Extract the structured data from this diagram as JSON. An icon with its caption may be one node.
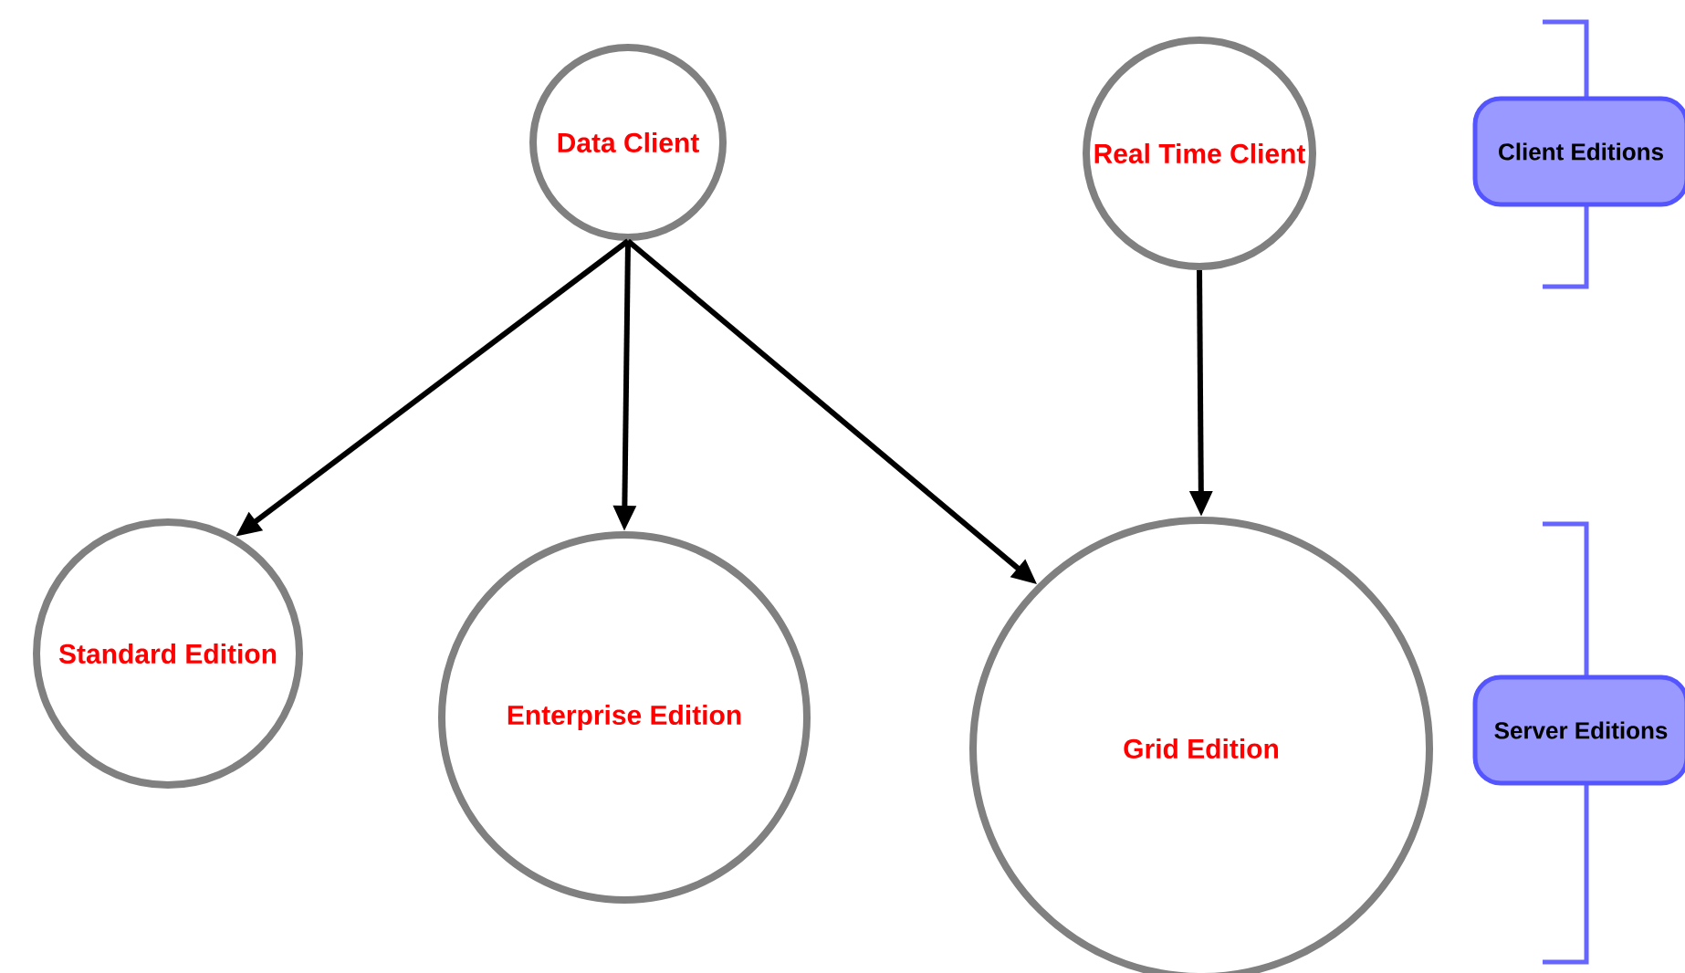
{
  "diagram": {
    "nodes": [
      {
        "text": [
          "Data Client"
        ]
      },
      {
        "text": [
          "Real Time Client"
        ]
      },
      {
        "text": [
          "Standard Edition"
        ]
      },
      {
        "text": [
          "Enterprise Edition"
        ]
      },
      {
        "text": [
          "Grid Edition"
        ]
      },
      {
        "text": [
          "Client Editions"
        ]
      },
      {
        "text": [
          "Server Editions"
        ]
      }
    ],
    "edges": [
      {
        "from": 0,
        "to": 2,
        "arrow": "to"
      },
      {
        "from": 0,
        "to": 3,
        "arrow": "to"
      },
      {
        "from": 0,
        "to": 4,
        "arrow": "to"
      },
      {
        "from": 1,
        "to": 4,
        "arrow": "to"
      }
    ]
  }
}
